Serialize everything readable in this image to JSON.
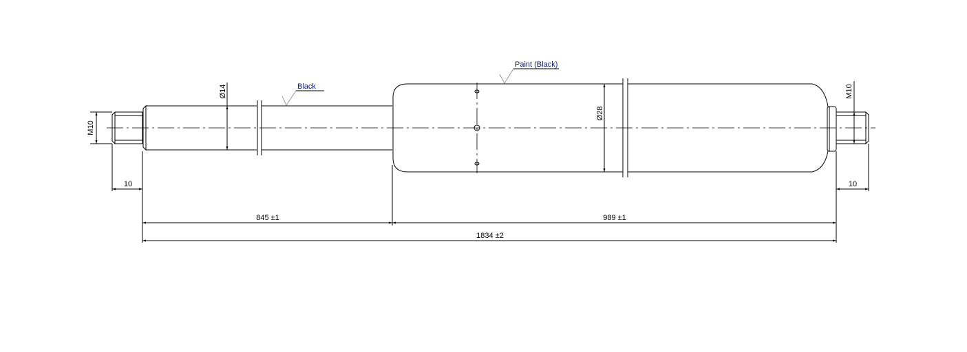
{
  "annotations": {
    "rod_finish": "Black",
    "cylinder_finish": "Paint (Black)"
  },
  "dimensions": {
    "left_thread": "M10",
    "right_thread": "M10",
    "rod_diameter": "Ø14",
    "cylinder_diameter": "Ø28",
    "left_thread_length": "10",
    "right_thread_length": "10",
    "rod_length": "845 ±1",
    "cylinder_length": "989 ±1",
    "total_length": "1834 ±2"
  }
}
